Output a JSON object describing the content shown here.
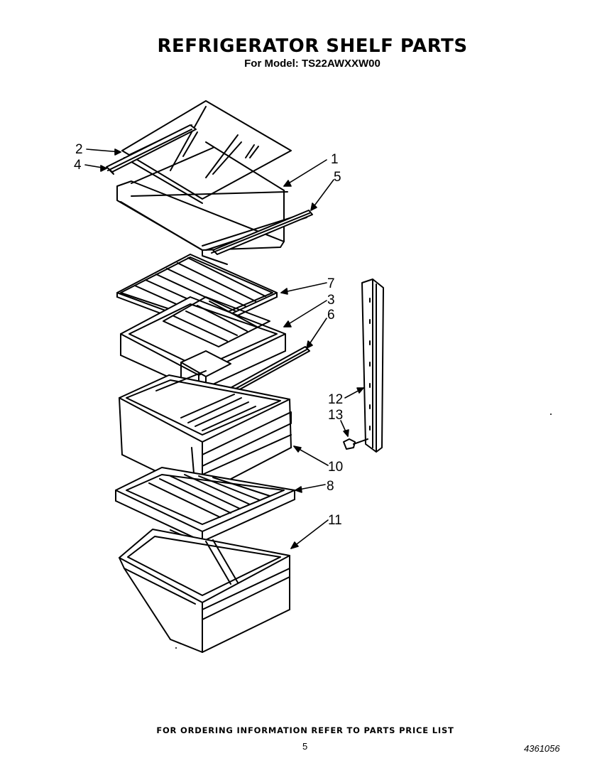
{
  "title": "REFRIGERATOR SHELF PARTS",
  "subtitle": "For Model: TS22AWXXW00",
  "callouts": [
    "1",
    "2",
    "3",
    "4",
    "5",
    "6",
    "7",
    "8",
    "10",
    "11",
    "12",
    "13"
  ],
  "footer": {
    "note": "FOR ORDERING INFORMATION REFER TO PARTS PRICE LIST",
    "page_number": "5",
    "document_number": "4361056"
  }
}
